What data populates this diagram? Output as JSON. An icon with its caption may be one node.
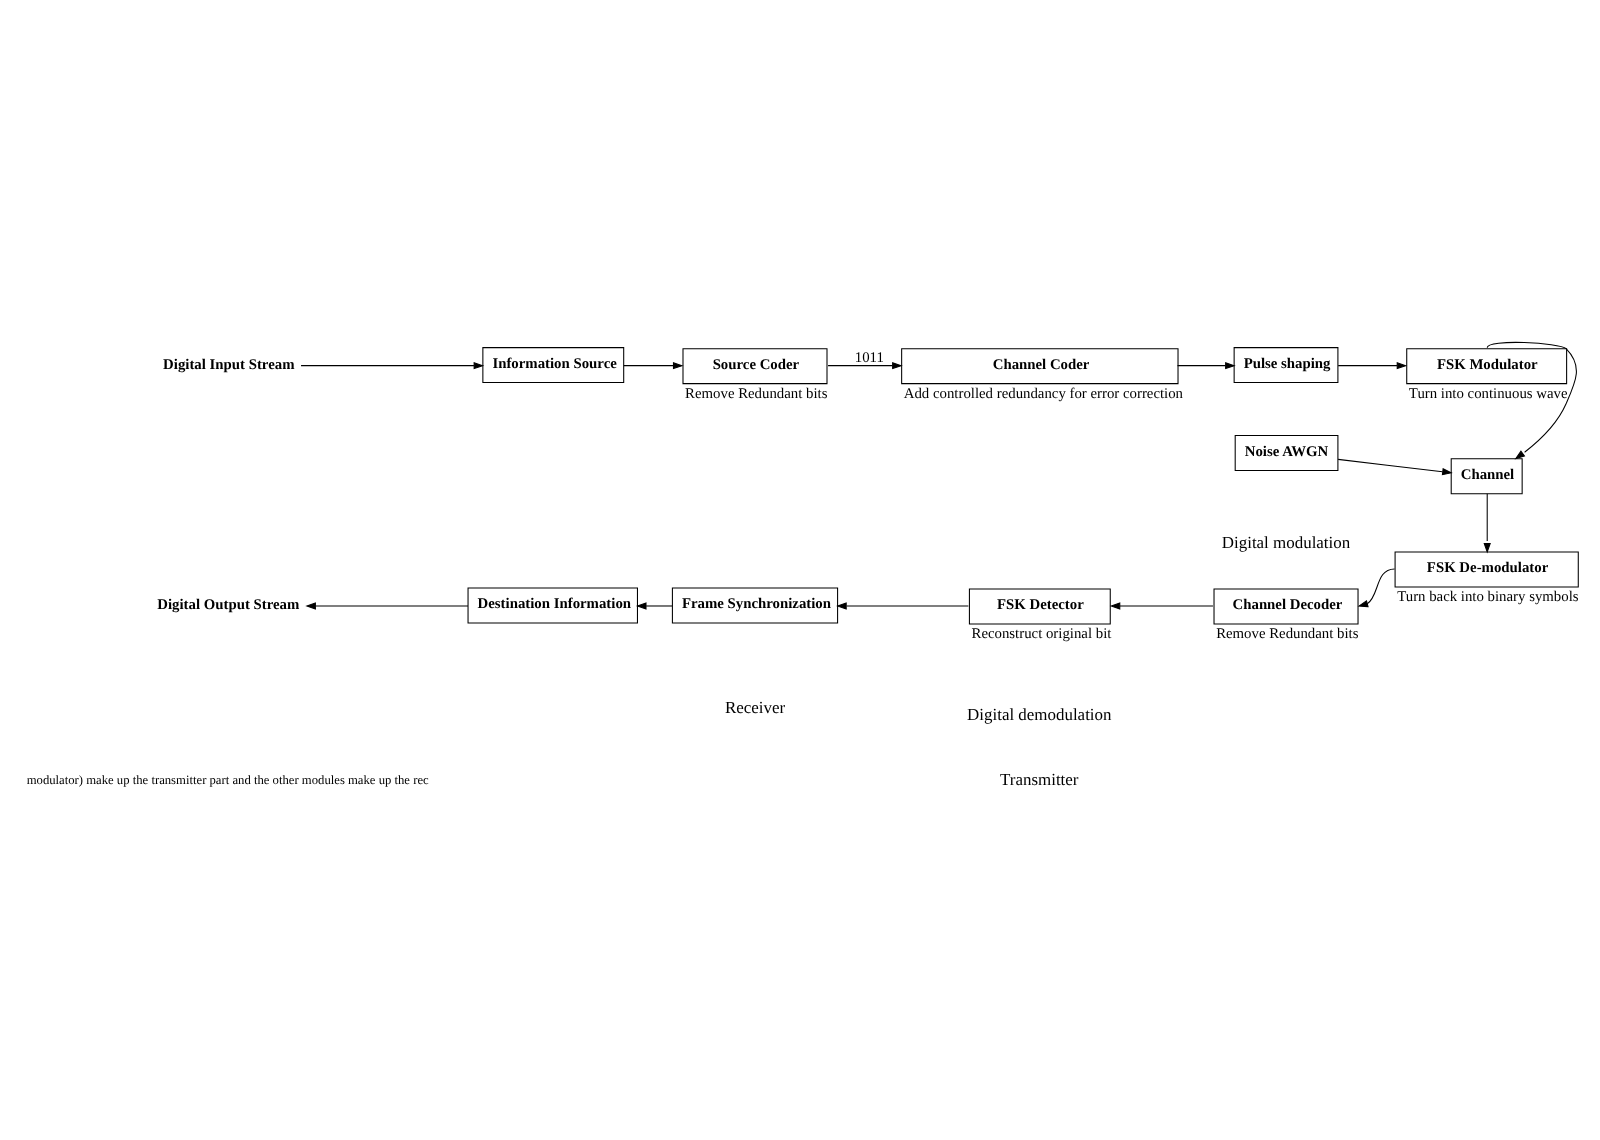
{
  "diagram": {
    "nodes": [
      {
        "text": [
          "Digital Input Stream"
        ]
      },
      {
        "text": [
          "Information Source"
        ]
      },
      {
        "text": [
          "Source Coder"
        ],
        "beside": [
          "Remove Redundant bits"
        ]
      },
      {
        "text": [
          "Channel Coder"
        ],
        "beside": [
          "Add controlled redundancy for error correction"
        ]
      },
      {
        "text": [
          "Pulse shaping"
        ]
      },
      {
        "text": [
          "FSK Modulator"
        ],
        "beside": [
          "Turn into continuous wave"
        ]
      },
      {
        "text": [
          "Noise AWGN"
        ]
      },
      {
        "text": [
          "Channel"
        ]
      },
      {
        "text": [
          "FSK De-modulator"
        ],
        "beside": [
          "Turn back into binary symbols"
        ]
      },
      {
        "text": [
          "Channel Decoder"
        ],
        "beside": [
          "Remove Redundant bits"
        ]
      },
      {
        "text": [
          "FSK Detector"
        ],
        "beside": [
          "Reconstruct original bit"
        ]
      },
      {
        "text": [
          "Frame Synchronization"
        ]
      },
      {
        "text": [
          "Destination Information"
        ]
      },
      {
        "text": [
          "Digital Output Stream"
        ]
      }
    ],
    "edges": [
      {
        "from": 0,
        "to": 1,
        "arrow": "to"
      },
      {
        "from": 1,
        "to": 2,
        "arrow": "to"
      },
      {
        "from": 2,
        "to": 3,
        "arrow": "to",
        "label": "1011"
      },
      {
        "from": 3,
        "to": 4,
        "arrow": "to"
      },
      {
        "from": 4,
        "to": 5,
        "arrow": "to"
      },
      {
        "from": 5,
        "to": 7,
        "arrow": "to"
      },
      {
        "from": 6,
        "to": 7,
        "arrow": "to"
      },
      {
        "from": 7,
        "to": 8,
        "arrow": "to"
      },
      {
        "from": 8,
        "to": 9,
        "arrow": "to"
      },
      {
        "from": 9,
        "to": 10,
        "arrow": "to"
      },
      {
        "from": 10,
        "to": 11,
        "arrow": "to"
      },
      {
        "from": 11,
        "to": 12,
        "arrow": "to"
      },
      {
        "from": 12,
        "to": 13,
        "arrow": "to"
      }
    ],
    "labels": [
      "modulator) make up the transmitter part and the other modules make up the rec",
      "Transmitter",
      "Digital modulation",
      "Digital demodulation",
      "Receiver"
    ]
  }
}
